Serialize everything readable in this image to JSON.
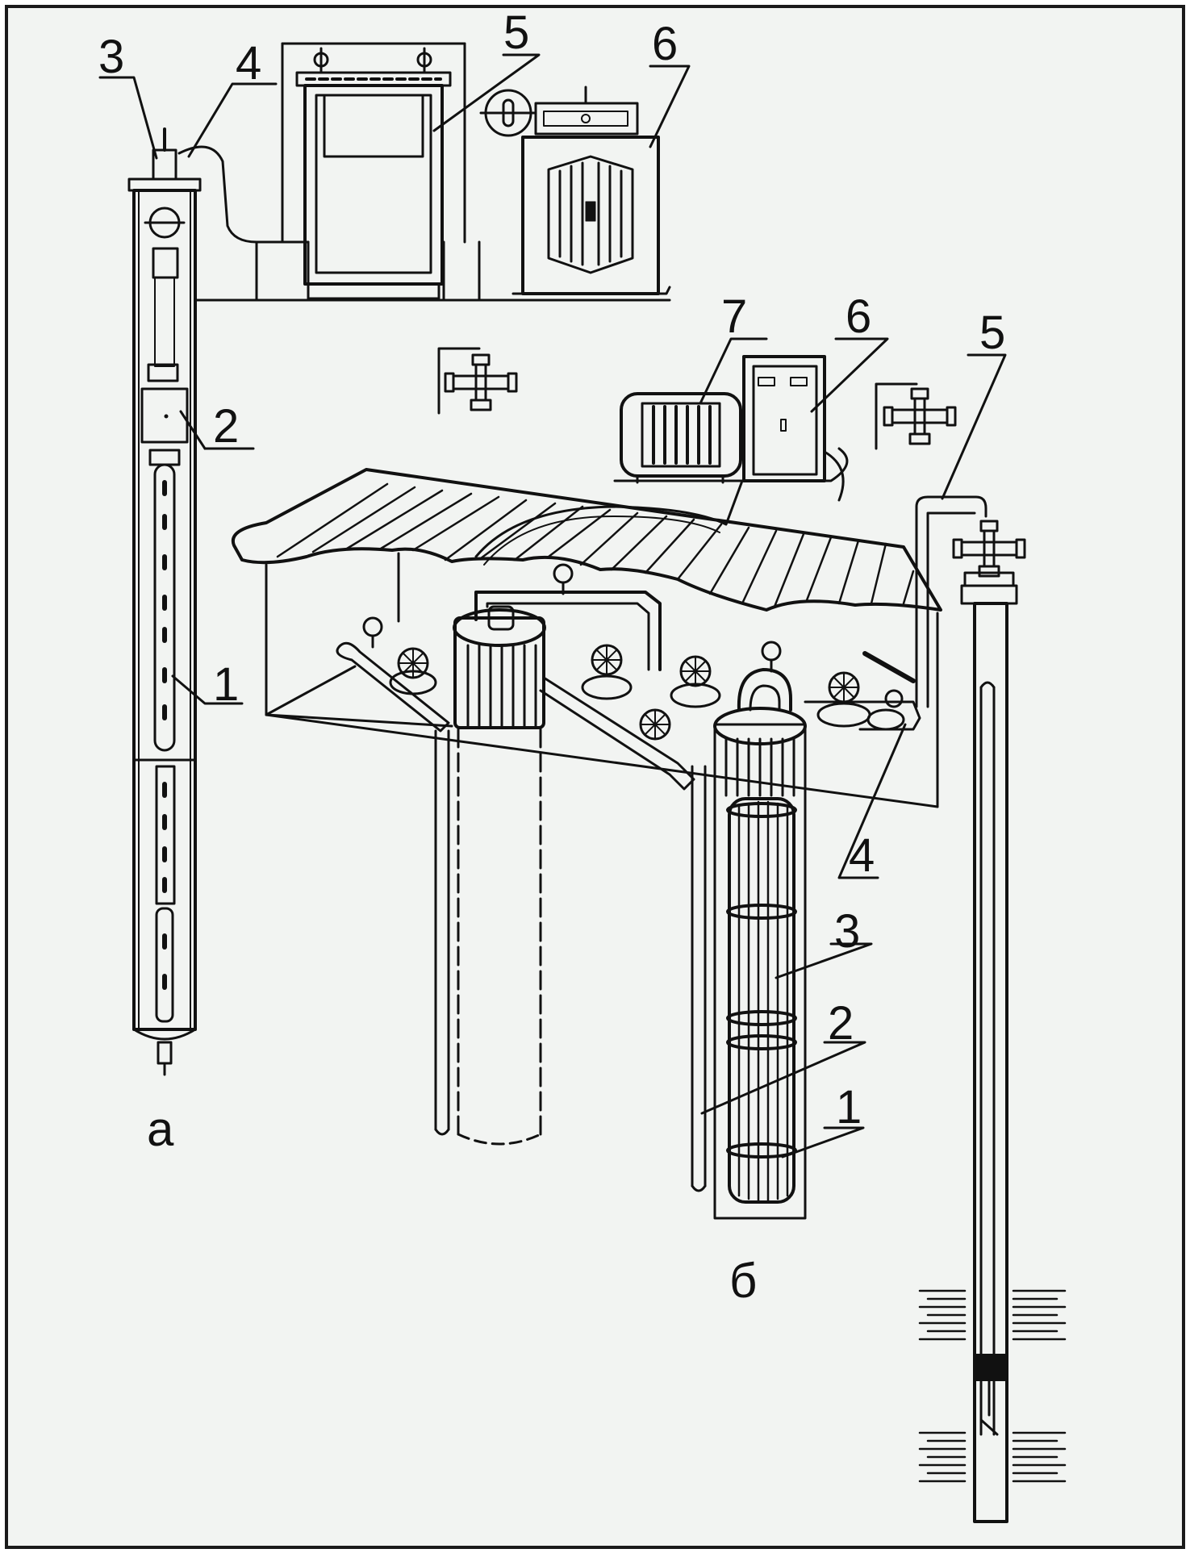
{
  "colors": {
    "ink": "#111111",
    "paper": "#f2f4f2",
    "frame": "#1a1a1a"
  },
  "panel_a": {
    "caption": "а",
    "callouts": {
      "c1": "1",
      "c2": "2",
      "c3": "3",
      "c4": "4",
      "c5": "5",
      "c6": "6"
    }
  },
  "panel_b": {
    "caption": "б",
    "callouts": {
      "c1": "1",
      "c2": "2",
      "c3": "3",
      "c4": "4",
      "c5": "5",
      "c6": "6",
      "c7": "7"
    }
  }
}
